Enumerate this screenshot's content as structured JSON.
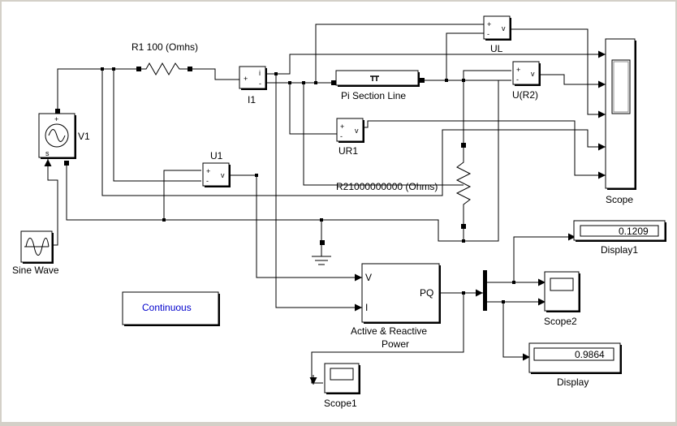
{
  "blocks": {
    "r1": "R1 100 (Omhs)",
    "i1": "I1",
    "pi_line": "Pi Section Line",
    "ul": "UL",
    "ur2": "U(R2)",
    "ur1": "UR1",
    "v1": "V1",
    "u1": "U1",
    "r2": "R21000000000 (Ohms)",
    "scope": "Scope",
    "sine_wave": "Sine Wave",
    "continuous": "Continuous",
    "pq_block_line1": "Active & Reactive",
    "pq_block_line2": "Power",
    "pq_in_v": "V",
    "pq_in_i": "I",
    "pq_out": "PQ",
    "display1": "Display1",
    "display": "Display",
    "scope2": "Scope2",
    "scope1": "Scope1"
  },
  "readouts": {
    "display1_value": "0.1209",
    "display_value": "0.9864"
  },
  "pins": {
    "plus": "+",
    "minus": "-",
    "v": "v",
    "i": "i",
    "s": "s"
  }
}
